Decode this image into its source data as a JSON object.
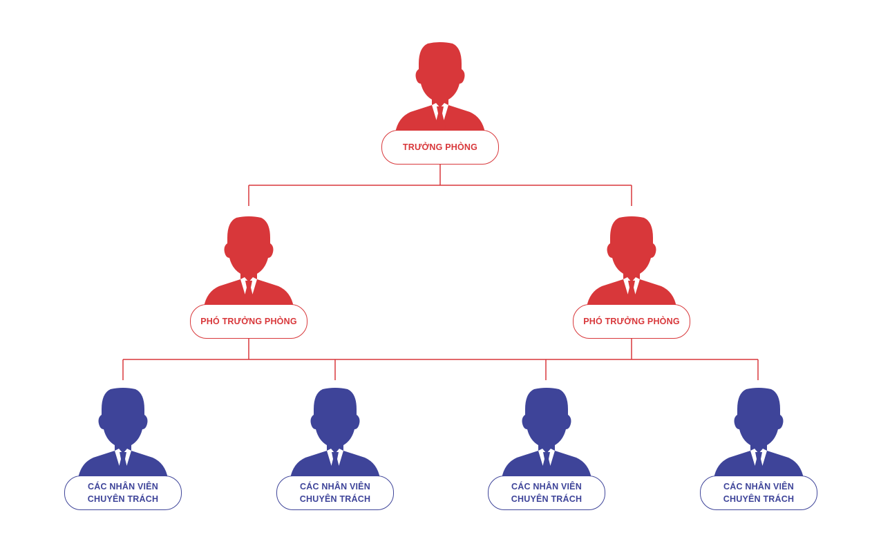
{
  "colors": {
    "red": "#d8373a",
    "blue": "#3e4499",
    "line": "#d8373a"
  },
  "icons": {
    "person": "person-with-tie-icon"
  },
  "chart": {
    "head": {
      "line1": "TRƯỞNG PHÒNG"
    },
    "deputies": [
      {
        "line1": "PHÓ TRƯỞNG PHÒNG"
      },
      {
        "line1": "PHÓ TRƯỞNG PHÒNG"
      }
    ],
    "staff": [
      {
        "line1": "CÁC NHÂN VIÊN",
        "line2": "CHUYÊN TRÁCH"
      },
      {
        "line1": "CÁC NHÂN VIÊN",
        "line2": "CHUYÊN TRÁCH"
      },
      {
        "line1": "CÁC NHÂN VIÊN",
        "line2": "CHUYÊN TRÁCH"
      },
      {
        "line1": "CÁC NHÂN VIÊN",
        "line2": "CHUYÊN TRÁCH"
      }
    ]
  }
}
